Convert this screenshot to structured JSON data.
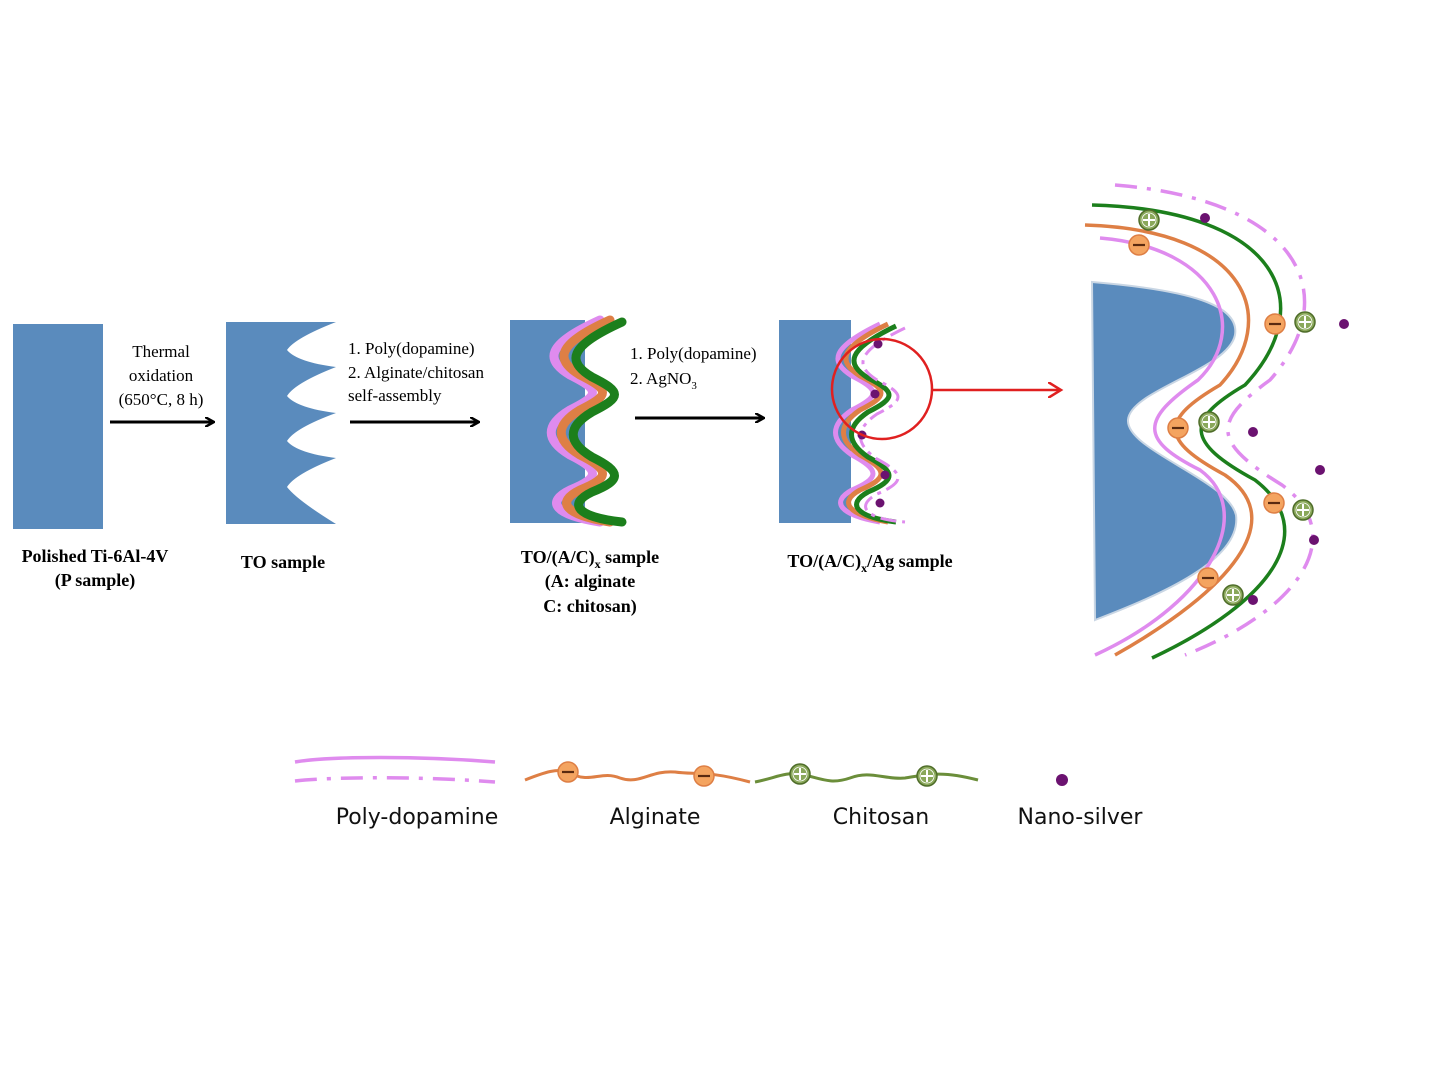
{
  "colors": {
    "substrate": "#5a8bbd",
    "polydopamine": "#df8bee",
    "alginate": "#de7f45",
    "chitosan": "#1c7f1c",
    "chitosan_legend": "#6b8e3a",
    "charge_negative": "#f4a460",
    "charge_positive": "#8aa85a",
    "silver": "#6b1270",
    "arrow": "#000000",
    "zoom": "#e02020"
  },
  "samples": {
    "p_sample": {
      "line1": "Polished Ti-6Al-4V",
      "line2": "(P sample)"
    },
    "to_sample": {
      "label": "TO sample"
    },
    "tac_sample": {
      "line1_main": "TO/(A/C)",
      "line1_sub": "x",
      "line1_end": " sample",
      "line2": "(A: alginate",
      "line3": "C: chitosan)"
    },
    "tacag_sample": {
      "label_main": "TO/(A/C)",
      "label_sub": "x",
      "label_end": "/Ag sample"
    }
  },
  "steps": {
    "step1": {
      "line1": "Thermal",
      "line2": "oxidation",
      "line3": "(650°C, 8 h)"
    },
    "step2": {
      "line1": "1. Poly(dopamine)",
      "line2": "2. Alginate/chitosan",
      "line3": "self-assembly"
    },
    "step3": {
      "line1": "1. Poly(dopamine)",
      "line2_main": "2. AgNO",
      "line2_sub": "3"
    }
  },
  "legend": {
    "polydopamine": "Poly-dopamine",
    "alginate": "Alginate",
    "chitosan": "Chitosan",
    "silver": "Nano-silver"
  },
  "icons": {
    "negative": "minus-charge-icon",
    "positive": "plus-charge-icon"
  }
}
